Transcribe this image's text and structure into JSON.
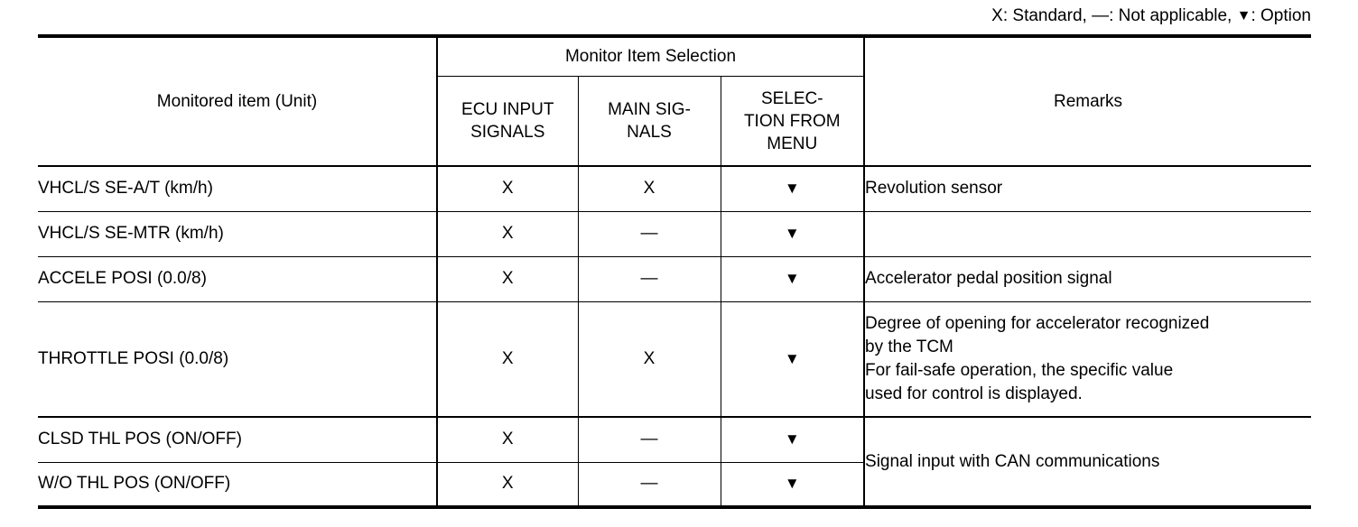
{
  "legend": {
    "standard": "X: Standard,",
    "not_applicable": "—: Not applicable,",
    "triangle_glyph": "▼",
    "option": ": Option",
    "full_text": "X: Standard, —: Not applicable, ▼: Option"
  },
  "table": {
    "headers": {
      "monitored_item": "Monitored item (Unit)",
      "group": "Monitor Item Selection",
      "ecu_input_signals_line1": "ECU INPUT",
      "ecu_input_signals_line2": "SIGNALS",
      "main_signals_line1": "MAIN SIG-",
      "main_signals_line2": "NALS",
      "selection_from_menu_line1": "SELEC-",
      "selection_from_menu_line2": "TION FROM",
      "selection_from_menu_line3": "MENU",
      "remarks": "Remarks"
    },
    "rows": [
      {
        "item": "VHCL/S SE-A/T (km/h)",
        "ecu_input_signals": "X",
        "main_signals": "X",
        "selection_from_menu": "▼",
        "remarks_lines": [
          "Revolution sensor"
        ]
      },
      {
        "item": "VHCL/S SE-MTR (km/h)",
        "ecu_input_signals": "X",
        "main_signals": "—",
        "selection_from_menu": "▼",
        "remarks_lines": []
      },
      {
        "item": "ACCELE POSI (0.0/8)",
        "ecu_input_signals": "X",
        "main_signals": "—",
        "selection_from_menu": "▼",
        "remarks_lines": [
          "Accelerator pedal position signal"
        ]
      },
      {
        "item": "THROTTLE POSI (0.0/8)",
        "ecu_input_signals": "X",
        "main_signals": "X",
        "selection_from_menu": "▼",
        "remarks_lines": [
          "Degree of opening for accelerator recognized",
          "by the TCM",
          "For fail-safe operation, the specific value",
          "used for control is displayed."
        ]
      },
      {
        "item": "CLSD THL POS (ON/OFF)",
        "ecu_input_signals": "X",
        "main_signals": "—",
        "selection_from_menu": "▼",
        "remarks_lines": [
          "Signal input with CAN communications"
        ],
        "remarks_rowspan": 2
      },
      {
        "item": "W/O THL POS (ON/OFF)",
        "ecu_input_signals": "X",
        "main_signals": "—",
        "selection_from_menu": "▼",
        "remarks_lines": []
      }
    ]
  }
}
